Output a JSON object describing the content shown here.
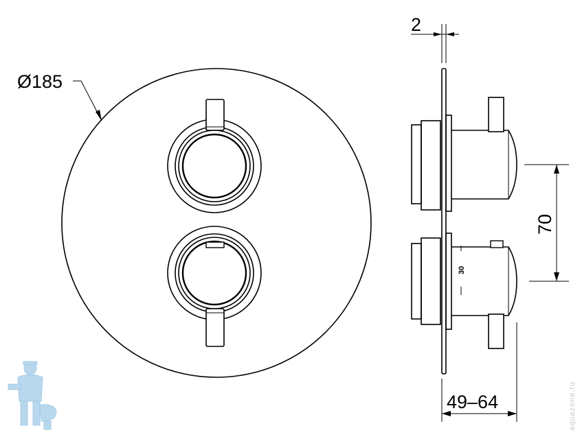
{
  "dimensions": {
    "diameter": "Ø185",
    "plate_thickness": "2",
    "handle_spacing": "70",
    "depth_range": "49–64"
  },
  "temperature_marks": {
    "value": "30"
  },
  "watermark": {
    "text": "aquazone.ru"
  },
  "colors": {
    "line": "#000000",
    "background": "#ffffff",
    "logo": "#b9d8ee",
    "watermark": "#c9c9c9"
  }
}
